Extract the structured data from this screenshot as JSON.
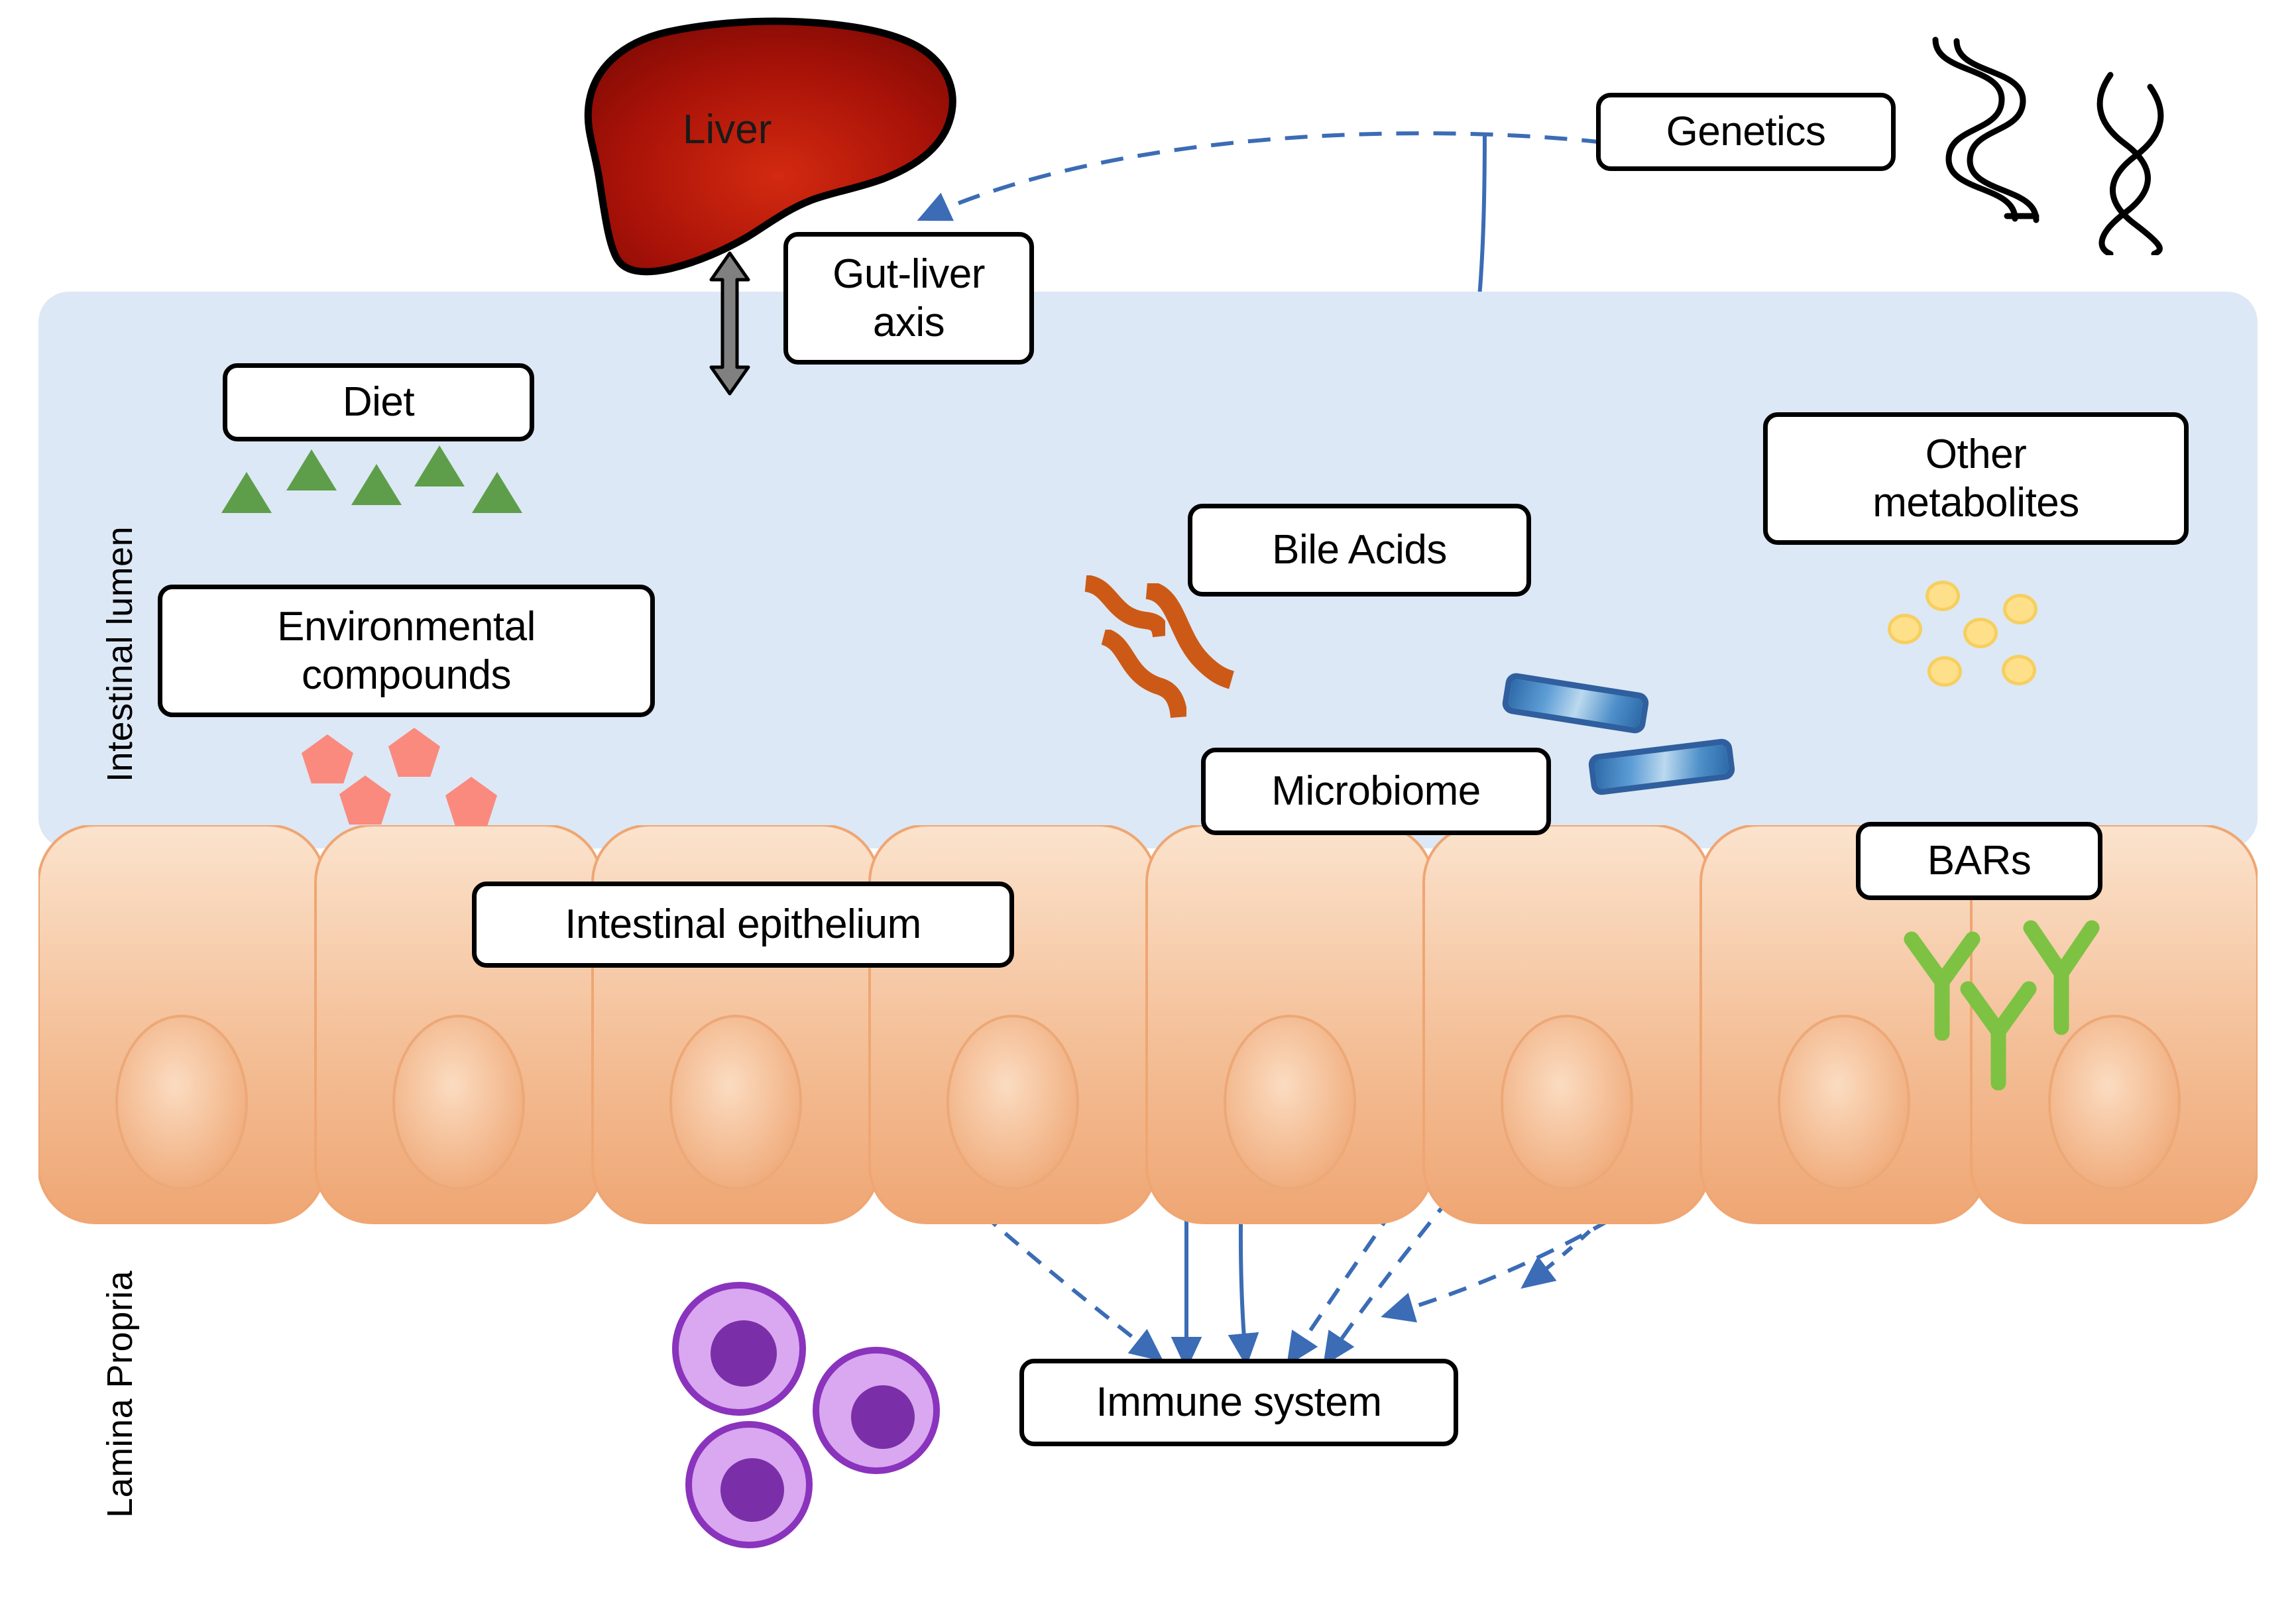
{
  "diagram": {
    "title": "Bile acid mediated gut-liver-immune interaction diagram",
    "regions": {
      "lumen_label": "Intestinal lumen",
      "lamina_label": "Lamina Propria"
    },
    "nodes": {
      "liver": "Liver",
      "gut_liver_axis": "Gut-liver\naxis",
      "gut_liver_axis_line1": "Gut-liver",
      "gut_liver_axis_line2": "axis",
      "genetics": "Genetics",
      "diet": "Diet",
      "environmental_compounds_line1": "Environmental",
      "environmental_compounds_line2": "compounds",
      "bile_acids": "Bile Acids",
      "other_metabolites_line1": "Other",
      "other_metabolites_line2": "metabolites",
      "microbiome": "Microbiome",
      "bars": "BARs",
      "intestinal_epithelium": "Intestinal epithelium",
      "immune_system": "Immune system"
    },
    "icons": {
      "liver_shape": "liver-organ-icon",
      "dna_helix_left": "dna-helix-icon",
      "dna_helix_right": "dna-helix-icon",
      "bidirectional_arrow": "double-headed-arrow-icon",
      "green_triangles": "dietary-particle-icon",
      "pink_pentagons": "environmental-compound-particle-icon",
      "yellow_circles": "metabolite-particle-icon",
      "orange_squiggles": "curved-bacterium-icon",
      "blue_rods": "rod-bacterium-icon",
      "green_y_receptors": "bile-acid-receptor-icon",
      "purple_cells": "immune-cell-icon",
      "epithelial_cells": "epithelial-cell-icon"
    },
    "colors": {
      "lumen_background": "#dce8f5",
      "epithelium_light": "#f9d8bd",
      "epithelium_dark": "#f0a875",
      "arrow_blue": "#3b6cb5",
      "liver_red": "#a81208",
      "triangle_green": "#5e9e4a",
      "pentagon_pink": "#fa8a7e",
      "circle_yellow": "#ffe08a",
      "rod_blue": "#2f5f9e",
      "squiggle_orange": "#cc5a16",
      "receptor_green": "#7dc242",
      "immune_cell_fill": "#d9a8f0",
      "immune_cell_nucleus": "#7a2fa8",
      "node_border": "#000000",
      "gray_arrow": "#808080"
    },
    "counts": {
      "green_triangles": 5,
      "pink_pentagons": 4,
      "yellow_circles": 6,
      "orange_squiggles": 3,
      "blue_rods": 2,
      "green_y_receptors": 3,
      "purple_immune_cells": 3,
      "epithelial_cells": 8,
      "dna_helices": 2
    },
    "relations": [
      {
        "from": "Genetics",
        "to": "Gut-liver axis"
      },
      {
        "from": "Genetics",
        "to": "Bile Acids"
      },
      {
        "from": "Gut-liver axis",
        "to": "Bile Acids"
      },
      {
        "from": "Liver",
        "to": "Gut-liver axis",
        "type": "bidirectional"
      },
      {
        "from": "Bile Acids",
        "to": "Diet"
      },
      {
        "from": "Bile Acids",
        "to": "Environmental compounds"
      },
      {
        "from": "Bile Acids",
        "to": "Other metabolites"
      },
      {
        "from": "Bile Acids",
        "to": "Microbiome"
      },
      {
        "from": "Microbiome",
        "to": "Bile Acids"
      },
      {
        "from": "Bile Acids",
        "to": "BARs"
      },
      {
        "from": "Bile Acids",
        "to": "Immune system"
      },
      {
        "from": "Diet",
        "to": "Bile Acids"
      },
      {
        "from": "Diet",
        "to": "Microbiome"
      },
      {
        "from": "Diet",
        "to": "Intestinal epithelium"
      },
      {
        "from": "Environmental compounds",
        "to": "Intestinal epithelium"
      },
      {
        "from": "Microbiome",
        "to": "Intestinal epithelium"
      },
      {
        "from": "Microbiome",
        "to": "Immune system"
      },
      {
        "from": "Other metabolites",
        "to": "Immune system"
      },
      {
        "from": "BARs",
        "to": "Immune system"
      },
      {
        "from": "Intestinal epithelium",
        "to": "Immune system"
      }
    ]
  }
}
